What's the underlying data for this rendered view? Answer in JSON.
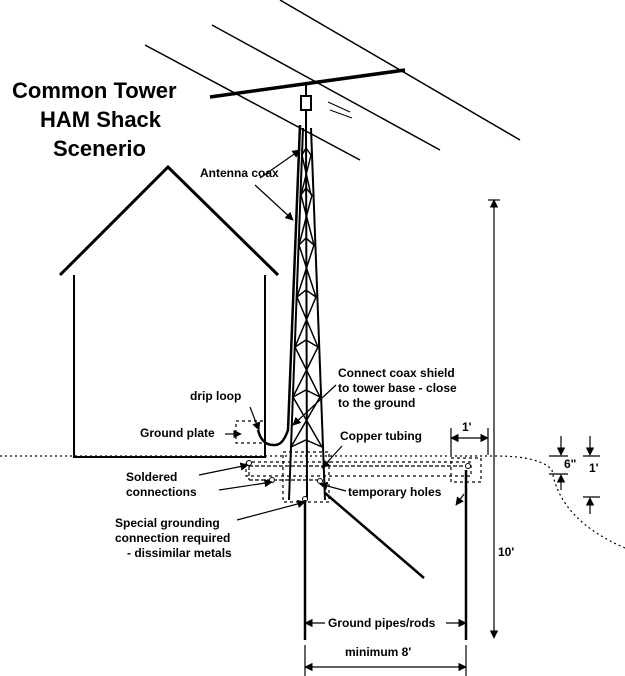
{
  "title": {
    "line1": "Common Tower",
    "line2": "HAM Shack",
    "line3": "Scenerio"
  },
  "labels": {
    "antenna_coax": "Antenna coax",
    "drip_loop": "drip loop",
    "ground_plate": "Ground plate",
    "connect_coax_1": "Connect coax shield",
    "connect_coax_2": "to tower base - close",
    "connect_coax_3": "to the ground",
    "copper_tubing": "Copper tubing",
    "soldered_1": "Soldered",
    "soldered_2": "connections",
    "temporary_holes": "temporary holes",
    "special_1": "Special grounding",
    "special_2": "connection required",
    "special_3": "- dissimilar metals",
    "ground_pipes": "Ground pipes/rods",
    "minimum_8": "minimum 8'"
  },
  "dimensions": {
    "one_foot_top": "1'",
    "six_inch": "6\"",
    "one_foot_right": "1'",
    "ten_foot": "10'"
  }
}
